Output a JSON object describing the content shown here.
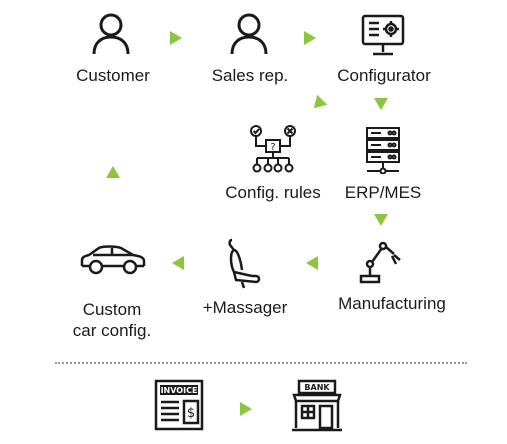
{
  "nodes": {
    "customer": {
      "label": "Customer",
      "icon": "person-icon"
    },
    "sales_rep": {
      "label": "Sales rep.",
      "icon": "person-icon"
    },
    "configurator": {
      "label": "Configurator",
      "icon": "monitor-settings-icon"
    },
    "config_rules": {
      "label": "Config. rules",
      "icon": "decision-tree-icon"
    },
    "erp_mes": {
      "label": "ERP/MES",
      "icon": "server-icon"
    },
    "manufacturing": {
      "label": "Manufacturing",
      "icon": "robot-arm-icon"
    },
    "massager": {
      "label": "+Massager",
      "icon": "car-seat-icon"
    },
    "custom_car": {
      "label_line1": "Custom",
      "label_line2": "car config.",
      "icon": "car-icon"
    },
    "invoice": {
      "icon": "invoice-icon",
      "title": "INVOICE",
      "currency": "$"
    },
    "bank": {
      "icon": "bank-icon",
      "title": "BANK"
    }
  },
  "colors": {
    "arrow": "#8cc63f",
    "icon_stroke": "#1a1a1a",
    "divider": "#999999"
  }
}
